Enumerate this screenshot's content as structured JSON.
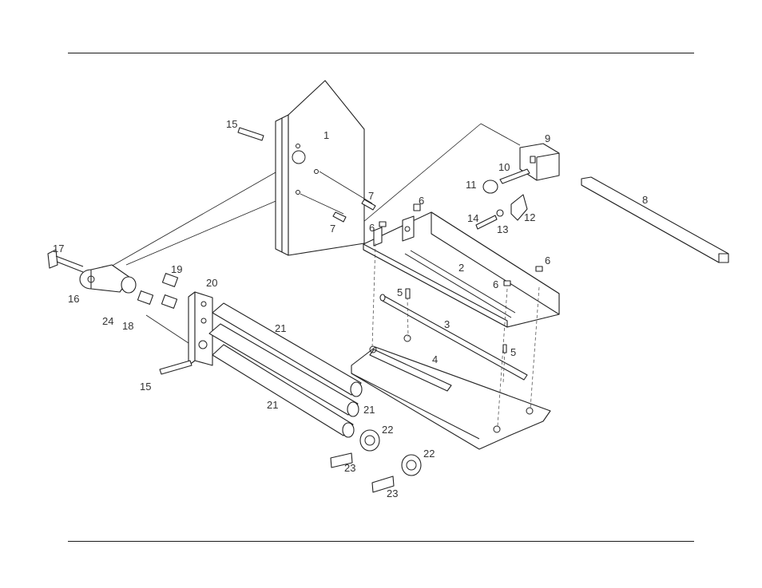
{
  "callouts": {
    "c1": "1",
    "c2": "2",
    "c3": "3",
    "c4": "4",
    "c5a": "5",
    "c5b": "5",
    "c6a": "6",
    "c6b": "6",
    "c6c": "6",
    "c6d": "6",
    "c7a": "7",
    "c7b": "7",
    "c8": "8",
    "c9": "9",
    "c10": "10",
    "c11": "11",
    "c12": "12",
    "c13": "13",
    "c14": "14",
    "c15a": "15",
    "c15b": "15",
    "c16": "16",
    "c17": "17",
    "c18": "18",
    "c19": "19",
    "c20": "20",
    "c21a": "21",
    "c21b": "21",
    "c21c": "21",
    "c22a": "22",
    "c22b": "22",
    "c23a": "23",
    "c23b": "23",
    "c24": "24"
  }
}
